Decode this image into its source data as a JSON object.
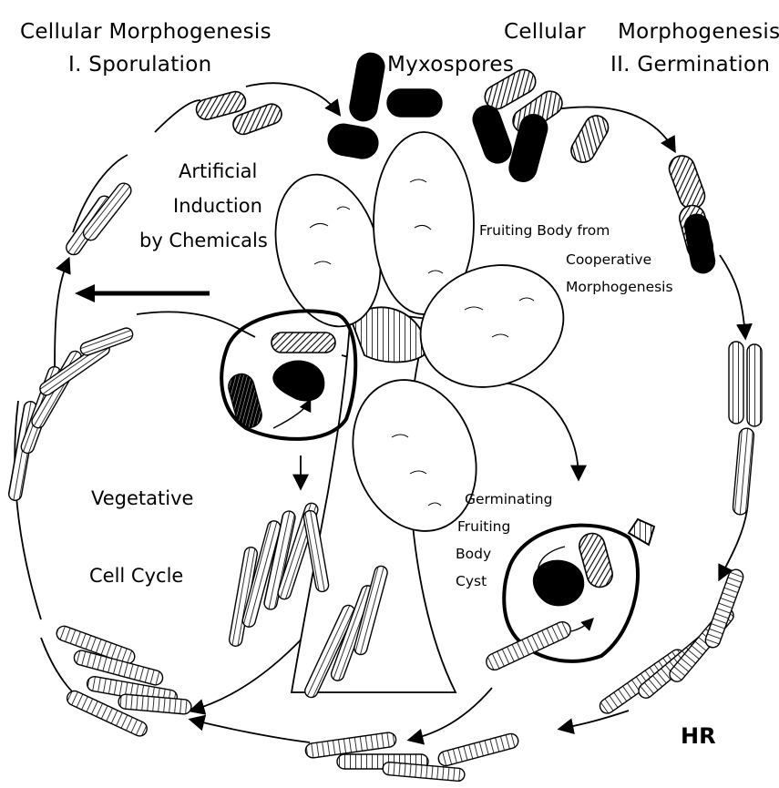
{
  "labels": {
    "sporulation_title": "Cellular Morphogenesis",
    "sporulation_sub": "I. Sporulation",
    "germination_title_a": "Cellular",
    "germination_title_b": "Morphogenesis",
    "germination_sub": "II. Germination",
    "myxospores": "Myxospores",
    "induction_1": "Artificial",
    "induction_2": "Induction",
    "induction_3": "by Chemicals",
    "fruiting_1": "Fruiting Body from",
    "fruiting_2": "Cooperative",
    "fruiting_3": "Morphogenesis",
    "vegetative_1": "Vegetative",
    "vegetative_2": "Cell Cycle",
    "cyst_1": "Germinating",
    "cyst_2": "Fruiting",
    "cyst_3": "Body",
    "cyst_4": "Cyst",
    "signature": "HR"
  },
  "colors": {
    "ink": "#000000",
    "paper": "#ffffff"
  }
}
